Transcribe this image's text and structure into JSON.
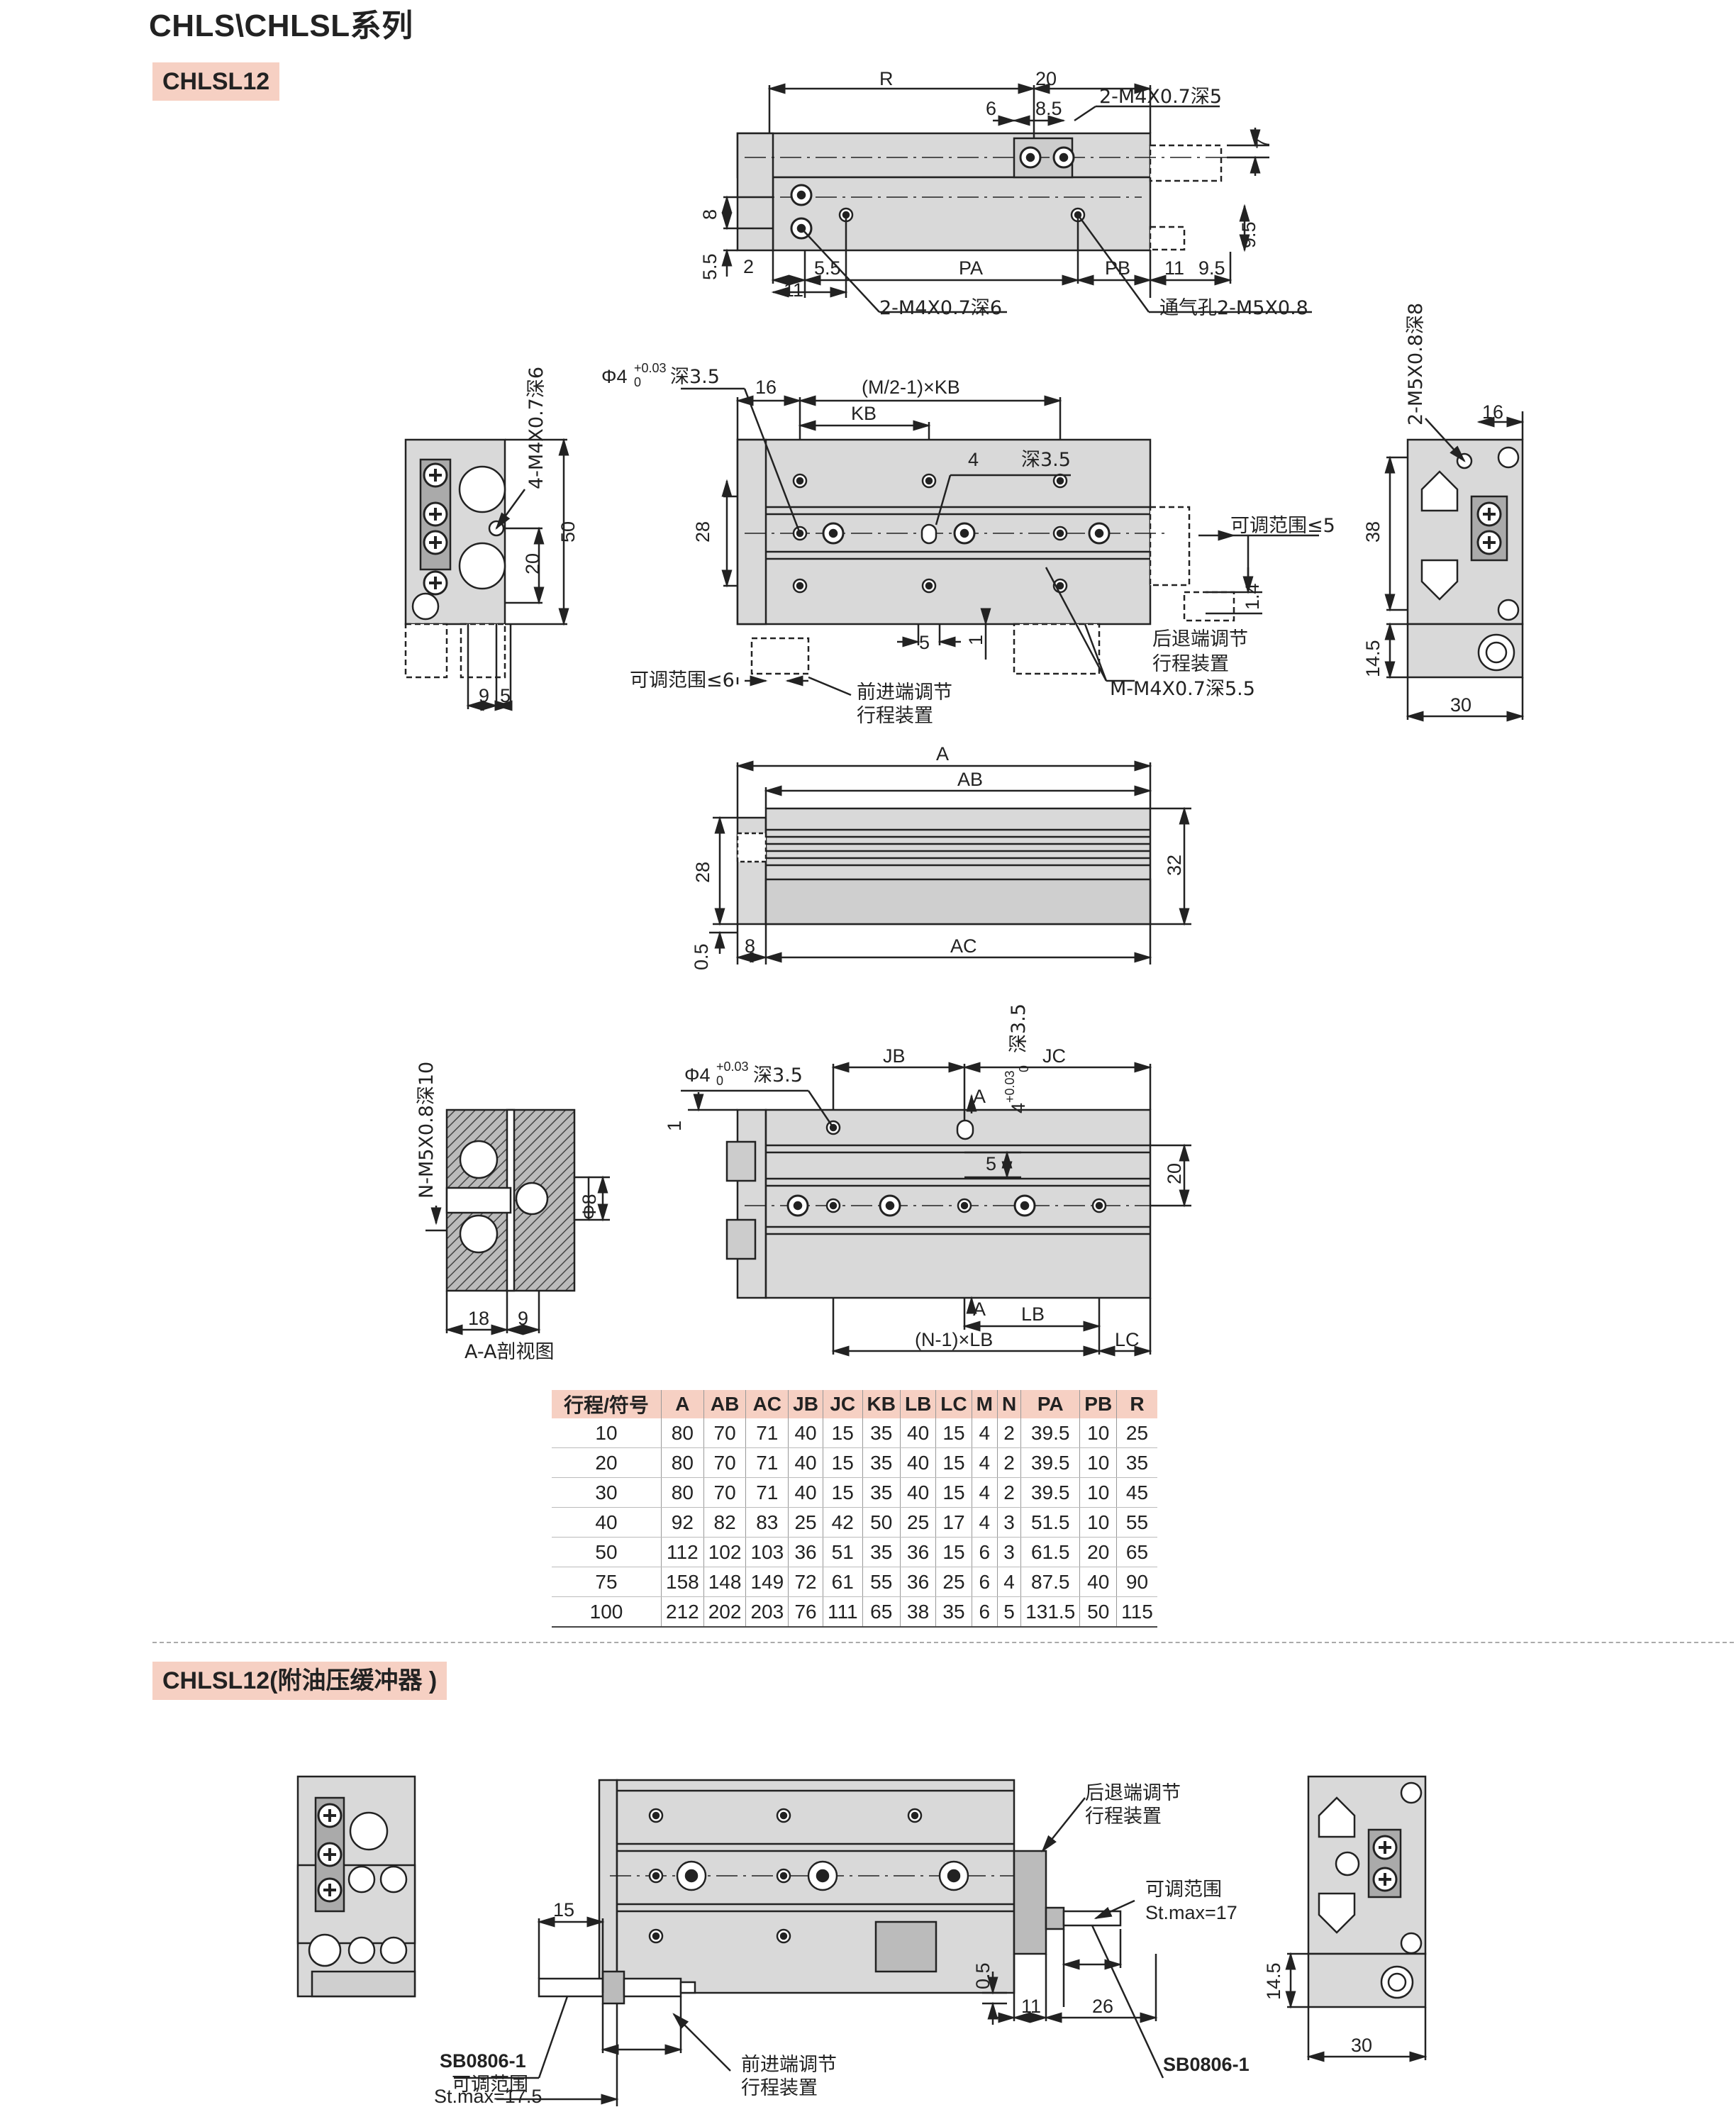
{
  "page": {
    "series_title": "CHLS\\CHLSL系列",
    "section1_tag": "CHLSL12",
    "section2_tag": "CHLSL12(附油压缓冲器 )"
  },
  "drawing1": {
    "top_view": {
      "R": "R",
      "d20": "20",
      "d6": "6",
      "d8_5": "8.5",
      "tap_top": "2-M4X0.7深5",
      "d7": "7",
      "d8": "8",
      "d9_5_right": "9.5",
      "d5_5": "5.5",
      "d2": "2",
      "d5_5b": "5.5",
      "PA": "PA",
      "PB": "PB",
      "d11": "11",
      "d9_5": "9.5",
      "d11b": "11",
      "tap_bottom": "2-M4X0.7深6",
      "vent": "通气孔2-M5X0.8"
    },
    "front_view": {
      "phi4": "Φ4",
      "tol": "+0.03",
      "tol0": "0",
      "depth": "深3.5",
      "d16": "16",
      "m2kb": "(M/2-1)×KB",
      "KB": "KB",
      "hole4": "4",
      "depth2": "深3.5",
      "d28": "28",
      "range5": "可调范围≤5",
      "d1_4": "1.4",
      "d5": "5",
      "d1": "1",
      "rear_adj1": "后退端调节",
      "rear_adj2": "行程装置",
      "range6": "可调范围≤6",
      "front_adj1": "前进端调节",
      "front_adj2": "行程装置",
      "mtap": "M-M4X0.7深5.5"
    },
    "left_view": {
      "tap": "4-M4X0.7深6",
      "d50": "50",
      "d20": "20",
      "d9": "9",
      "d5": "5"
    },
    "right_view": {
      "tap": "2-M5X0.8深8",
      "d16": "16",
      "d38": "38",
      "d14_5": "14.5",
      "d30": "30"
    },
    "side_view": {
      "A": "A",
      "AB": "AB",
      "d28": "28",
      "d32": "32",
      "d0_5": "0.5",
      "d8": "8",
      "AC": "AC"
    },
    "bottom_view": {
      "phi4": "Φ4",
      "tol": "+0.03",
      "tol0": "0",
      "depth": "深3.5",
      "JB": "JB",
      "JC": "JC",
      "vert_hole": "4",
      "vert_tol": "+0.03",
      "vert_tol0": "0",
      "vert_depth": "深3.5",
      "A1": "A",
      "A2": "A",
      "d1": "1",
      "d5": "5",
      "d20": "20",
      "LB": "LB",
      "n1lb": "(N-1)×LB",
      "LC": "LC"
    },
    "section_view": {
      "tap": "N-M5X0.8深10",
      "phi8": "Φ8",
      "d18": "18",
      "d9": "9",
      "caption": "A-A剖视图"
    }
  },
  "table": {
    "headers": [
      "行程/符号",
      "A",
      "AB",
      "AC",
      "JB",
      "JC",
      "KB",
      "LB",
      "LC",
      "M",
      "N",
      "PA",
      "PB",
      "R"
    ],
    "rows": [
      [
        "10",
        "80",
        "70",
        "71",
        "40",
        "15",
        "35",
        "40",
        "15",
        "4",
        "2",
        "39.5",
        "10",
        "25"
      ],
      [
        "20",
        "80",
        "70",
        "71",
        "40",
        "15",
        "35",
        "40",
        "15",
        "4",
        "2",
        "39.5",
        "10",
        "35"
      ],
      [
        "30",
        "80",
        "70",
        "71",
        "40",
        "15",
        "35",
        "40",
        "15",
        "4",
        "2",
        "39.5",
        "10",
        "45"
      ],
      [
        "40",
        "92",
        "82",
        "83",
        "25",
        "42",
        "50",
        "25",
        "17",
        "4",
        "3",
        "51.5",
        "10",
        "55"
      ],
      [
        "50",
        "112",
        "102",
        "103",
        "36",
        "51",
        "35",
        "36",
        "15",
        "6",
        "3",
        "61.5",
        "20",
        "65"
      ],
      [
        "75",
        "158",
        "148",
        "149",
        "72",
        "61",
        "55",
        "36",
        "25",
        "6",
        "4",
        "87.5",
        "40",
        "90"
      ],
      [
        "100",
        "212",
        "202",
        "203",
        "76",
        "111",
        "65",
        "38",
        "35",
        "6",
        "5",
        "131.5",
        "50",
        "115"
      ]
    ]
  },
  "drawing2": {
    "rear_adj1": "后退端调节",
    "rear_adj2": "行程装置",
    "range1": "可调范围",
    "stmax1": "St.max=17",
    "d15": "15",
    "d0_5": "0.5",
    "d11": "11",
    "d26": "26",
    "sb_left": "SB0806-1",
    "sb_right": "SB0806-1",
    "range2": "可调范围",
    "stmax2": "St.max=17.5",
    "front_adj1": "前进端调节",
    "front_adj2": "行程装置",
    "d14_5": "14.5",
    "d30": "30"
  },
  "colors": {
    "accent_bg": "#f6d0c3",
    "body_fill": "#d9d9d9",
    "line": "#222222",
    "hatch": "#444444"
  }
}
